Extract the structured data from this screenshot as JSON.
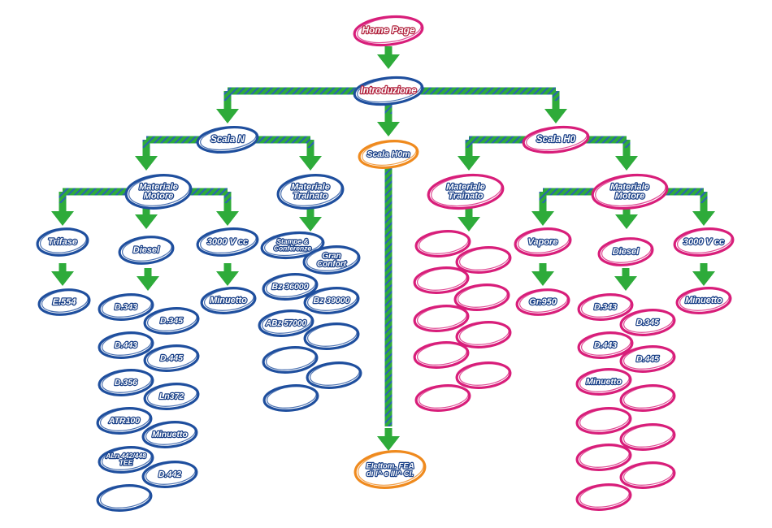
{
  "colors": {
    "top": "#c81e5a",
    "blue": "#1f4f9e",
    "pink": "#d81e7a",
    "orange": "#ef8a1e",
    "arrow_green": "#2eab3a",
    "arrow_hatch": "#2a63b0",
    "label_text": "#ffffff",
    "label_outline_blue": "#173e86",
    "label_outline_red": "#b01f3a"
  },
  "nodes": {
    "home_page": "Home Page",
    "introduzione": "Introduzione",
    "scala_n": "Scala N",
    "scala_h0m": "Scala H0m",
    "scala_h0": "Scala H0",
    "n_motore": [
      "Materiale",
      "Motore"
    ],
    "n_trainato": [
      "Materiale",
      "Trainato"
    ],
    "h0_trainato": [
      "Materiale",
      "Trainato"
    ],
    "h0_motore": [
      "Materiale",
      "Motore"
    ],
    "n_trifase": "Trifase",
    "n_diesel": "Diesel",
    "n_3000": "3000 V cc",
    "n_e554": "E.554",
    "n_minuetto": "Minuetto",
    "n_stampe": [
      "Stampe &",
      "Conferenze"
    ],
    "n_gran_confort": [
      "Gran",
      "Confort"
    ],
    "n_bz36000": "Bz 36000",
    "n_bz39000": "Bz 39000",
    "n_abz57000": "ABz 57000",
    "n_d343": "D.343",
    "n_d345": "D.345",
    "n_d443": "D.443",
    "n_d445": "D.445",
    "n_d356": "D.356",
    "n_ln372": "Ln372",
    "n_atr100": "ATR100",
    "n_minuetto2": "Minuetto",
    "n_aln": [
      "ALn 442/448",
      "TEE"
    ],
    "n_d442": "D.442",
    "elettom": [
      "Elettom. FEA",
      "di I^ e III^ Cl."
    ],
    "h0_vapore": "Vapore",
    "h0_diesel": "Diesel",
    "h0_3000": "3000 V cc",
    "h0_gr950": "Gr.950",
    "h0_minuetto": "Minuetto",
    "h0_d343": "D.343",
    "h0_d345": "D.345",
    "h0_d443": "D.443",
    "h0_d445": "D.445",
    "h0_minuetto2": "Minuetto"
  }
}
